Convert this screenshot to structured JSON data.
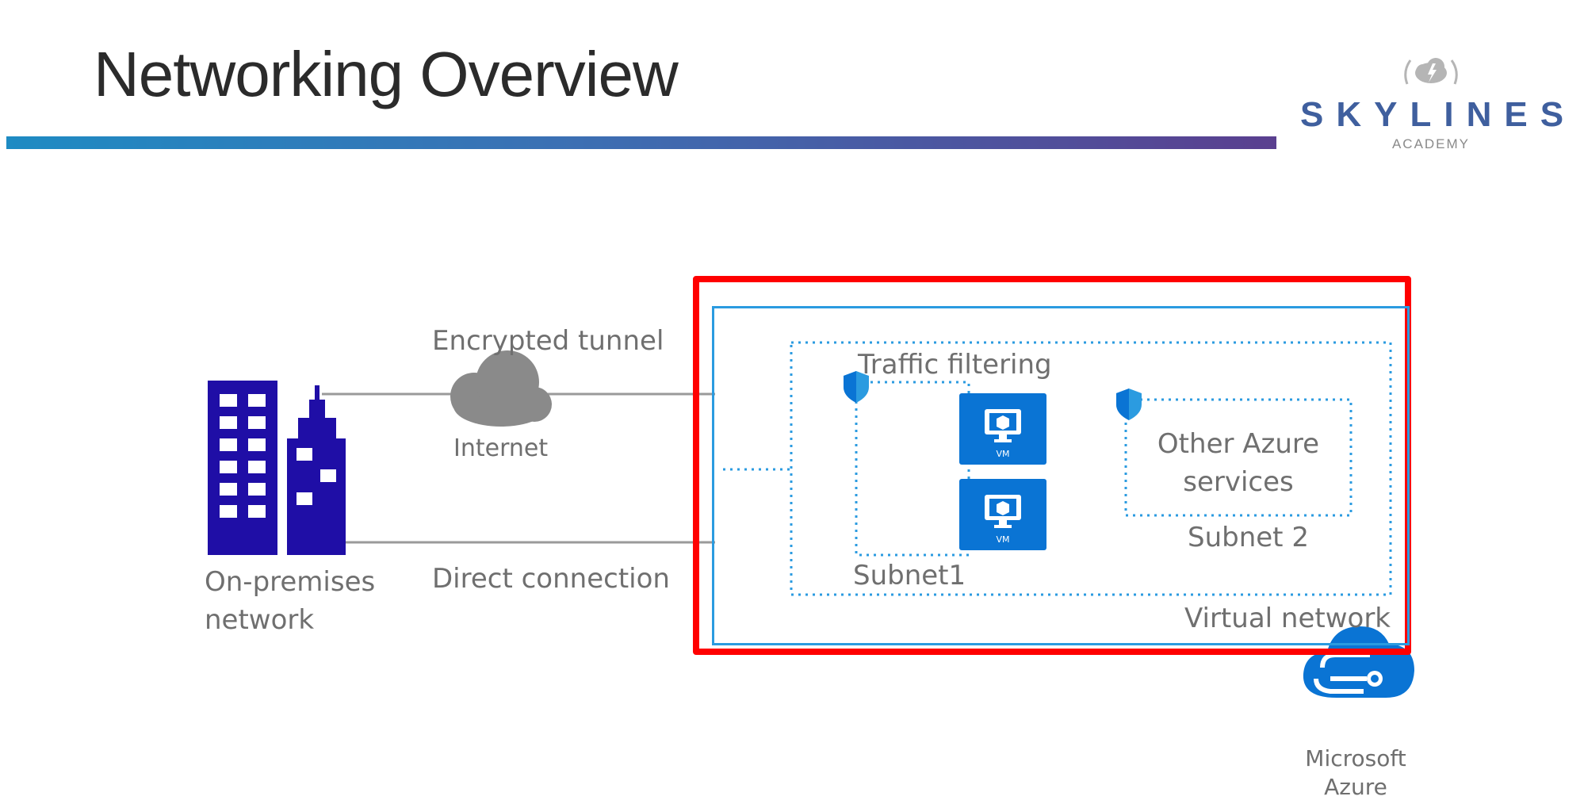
{
  "slide": {
    "title": "Networking Overview"
  },
  "logo": {
    "brand": "SKYLINES",
    "sub": "ACADEMY"
  },
  "diagram": {
    "onprem_label_line1": "On-premises",
    "onprem_label_line2": "network",
    "tunnel_label": "Encrypted tunnel",
    "internet_label": "Internet",
    "direct_label": "Direct connection",
    "traffic_label": "Traffic filtering",
    "vm_label": "VM",
    "subnet1_label": "Subnet1",
    "subnet2_label": "Subnet 2",
    "other_services_line1": "Other Azure",
    "other_services_line2": "services",
    "vnet_label": "Virtual network",
    "azure_label_line1": "Microsoft",
    "azure_label_line2": "Azure"
  },
  "colors": {
    "title_bar_start": "#1e8bc3",
    "title_bar_end": "#5a3f8f",
    "building": "#1f0ea6",
    "azure_blue": "#0a74d4",
    "vnet_border": "#2b9be0",
    "highlight": "#ff0000",
    "cloud_gray": "#8a8a8a"
  }
}
